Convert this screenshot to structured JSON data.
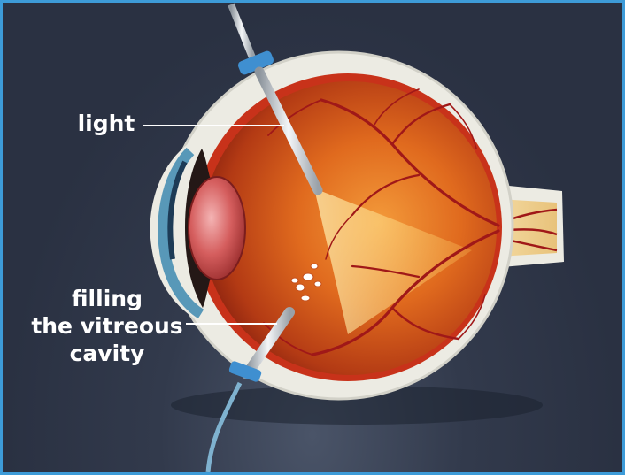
{
  "labels": {
    "light": "light",
    "filling_line1": "filling",
    "filling_line2": "the vitreous",
    "filling_line3": "cavity"
  },
  "colors": {
    "frame_border": "#3d9bd8",
    "background": "#2b3243",
    "sclera": "#ecebe3",
    "retina": "#e87822",
    "blood_vessel": "#a01818",
    "instrument_port": "#3f8fd0",
    "light_cone": "#ffe38a"
  },
  "icons": {
    "light_probe": "light-probe-icon",
    "fill_cannula": "fill-cannula-icon"
  }
}
